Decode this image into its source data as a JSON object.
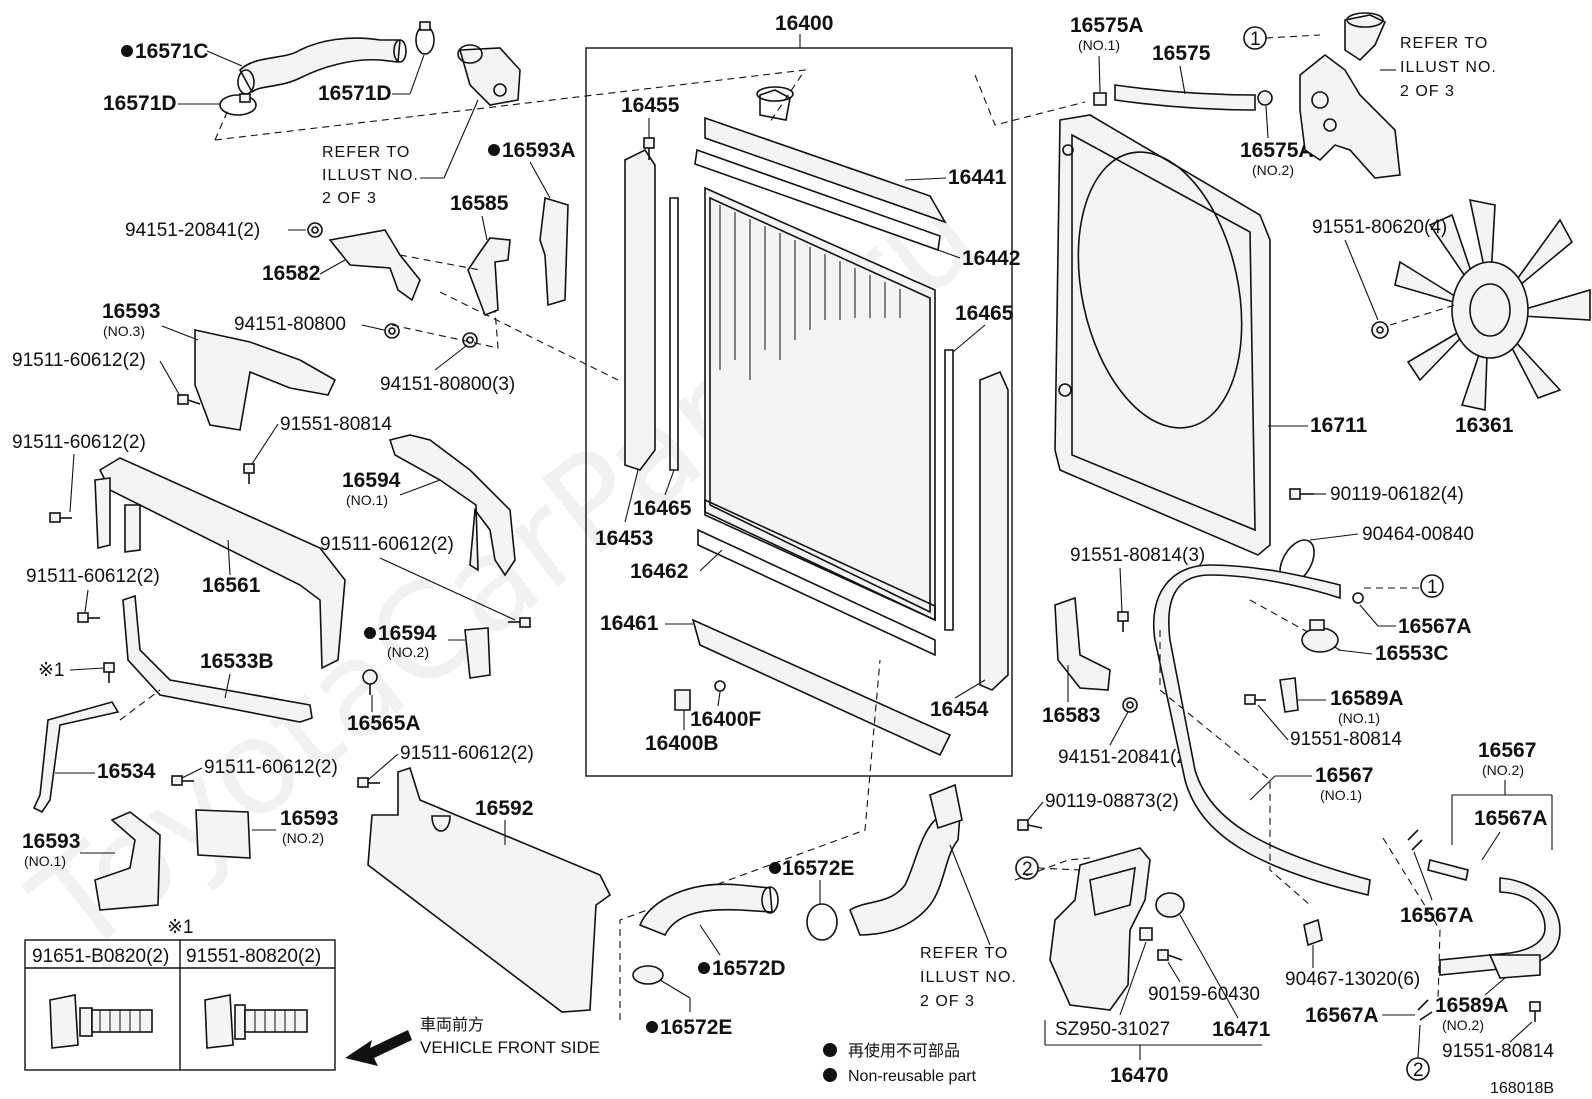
{
  "watermark": "ToyotaCarParts.ru",
  "diagram_code": "168018B",
  "legend": {
    "jp": "再使用不可部品",
    "en": "Non-reusable part"
  },
  "front_side": {
    "jp": "車両前方",
    "en": "VEHICLE FRONT SIDE"
  },
  "refer_lines": [
    "REFER TO",
    "ILLUST NO.",
    "2 OF 3"
  ],
  "fastener_table": {
    "mark": "※1",
    "col1": "91651-B0820(2)",
    "col2": "91551-80820(2)"
  },
  "labels": {
    "p16400": "16400",
    "p16455": "16455",
    "p16441": "16441",
    "p16442": "16442",
    "p16465a": "16465",
    "p16465b": "16465",
    "p16453": "16453",
    "p16462": "16462",
    "p16461": "16461",
    "p16400F": "16400F",
    "p16400B": "16400B",
    "p16454": "16454",
    "p16571C": "16571C",
    "p16571D_a": "16571D",
    "p16571D_b": "16571D",
    "p16593A": "16593A",
    "p16585": "16585",
    "p94151_20841_2": "94151-20841(2)",
    "p16582": "16582",
    "p16593_no3": "16593",
    "no3": "(NO.3)",
    "p94151_80800": "94151-80800",
    "p91511_60612_2a": "91511-60612(2)",
    "p94151_80800_3": "94151-80800(3)",
    "p91551_80814a": "91551-80814",
    "p91511_60612_2b": "91511-60612(2)",
    "p16594_no1": "16594",
    "no1_a": "(NO.1)",
    "p91511_60612_2c": "91511-60612(2)",
    "p16561": "16561",
    "p91511_60612_2d": "91511-60612(2)",
    "p16594_no2": "16594",
    "no2_a": "(NO.2)",
    "mark1": "※1",
    "p16533B": "16533B",
    "p16565A": "16565A",
    "p16534": "16534",
    "p91511_60612_2e": "91511-60612(2)",
    "p91511_60612_2f": "91511-60612(2)",
    "p16592": "16592",
    "p16593_no2": "16593",
    "no2_b": "(NO.2)",
    "p16593_no1": "16593",
    "no1_b": "(NO.1)",
    "p16575A_1": "16575A",
    "no1_c": "(NO.1)",
    "p16575": "16575",
    "p16575A_2": "16575A",
    "no2_c": "(NO.2)",
    "p91551_80620_4": "91551-80620(4)",
    "p16711": "16711",
    "p16361": "16361",
    "p90119_06182_4": "90119-06182(4)",
    "p90464_00840": "90464-00840",
    "p91551_80814_3": "91551-80814(3)",
    "p16567A_a": "16567A",
    "p16553C": "16553C",
    "p16589A_no1": "16589A",
    "no1_d": "(NO.1)",
    "p91551_80814b": "91551-80814",
    "p16583": "16583",
    "p94151_20841_2b": "94151-20841(2)",
    "p16567_no1": "16567",
    "no1_e": "(NO.1)",
    "p16567_no2": "16567",
    "no2_d": "(NO.2)",
    "p16567A_b": "16567A",
    "p16567A_c": "16567A",
    "p90119_08873_2": "90119-08873(2)",
    "p90467_13020_6": "90467-13020(6)",
    "p16589A_no2": "16589A",
    "no2_e": "(NO.2)",
    "p16567A_d": "16567A",
    "p91551_80814c": "91551-80814",
    "p90159_60430": "90159-60430",
    "pSZ950": "SZ950-31027",
    "p16471": "16471",
    "p16470": "16470",
    "p16572E_a": "16572E",
    "p16572D": "16572D",
    "p16572E_b": "16572E",
    "circle1": "1",
    "circle2": "2"
  }
}
